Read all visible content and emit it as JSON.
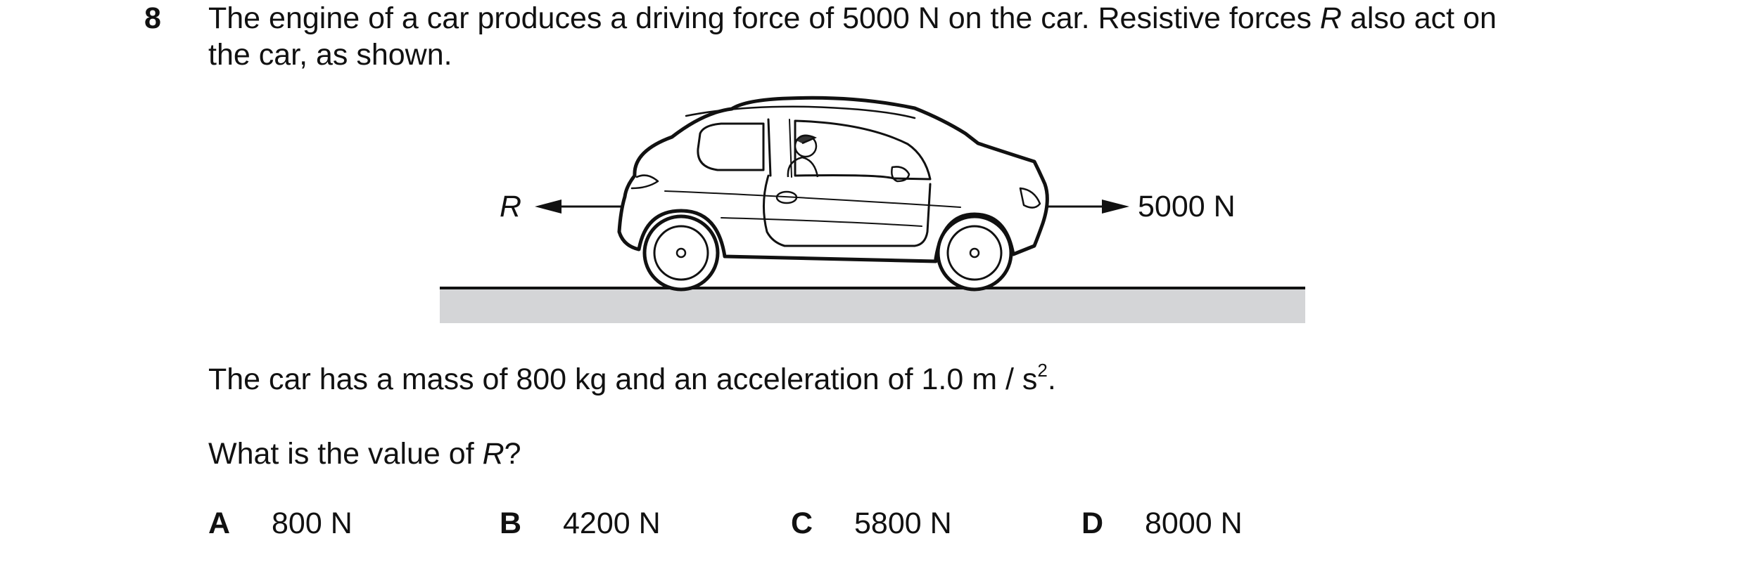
{
  "question": {
    "number": "8",
    "stem_line1_a": "The engine of a car produces a driving force of 5000 N on the car. Resistive forces ",
    "stem_var": "R",
    "stem_line1_b": " also act on",
    "stem_line2": "the car, as shown."
  },
  "figure": {
    "left_label": "R",
    "right_label": "5000 N",
    "colors": {
      "road": "#d4d5d7",
      "ink": "#111111"
    },
    "icons": [
      "car-illustration",
      "driver-figure",
      "left-arrow",
      "right-arrow"
    ]
  },
  "given": {
    "text": "The car has a mass of 800 kg and an acceleration of 1.0 m / s",
    "sup": "2",
    "tail": "."
  },
  "ask": {
    "text_a": "What is the value of ",
    "var": "R",
    "text_b": "?"
  },
  "options": [
    {
      "letter": "A",
      "value": "800 N"
    },
    {
      "letter": "B",
      "value": "4200 N"
    },
    {
      "letter": "C",
      "value": "5800 N"
    },
    {
      "letter": "D",
      "value": "8000 N"
    }
  ]
}
